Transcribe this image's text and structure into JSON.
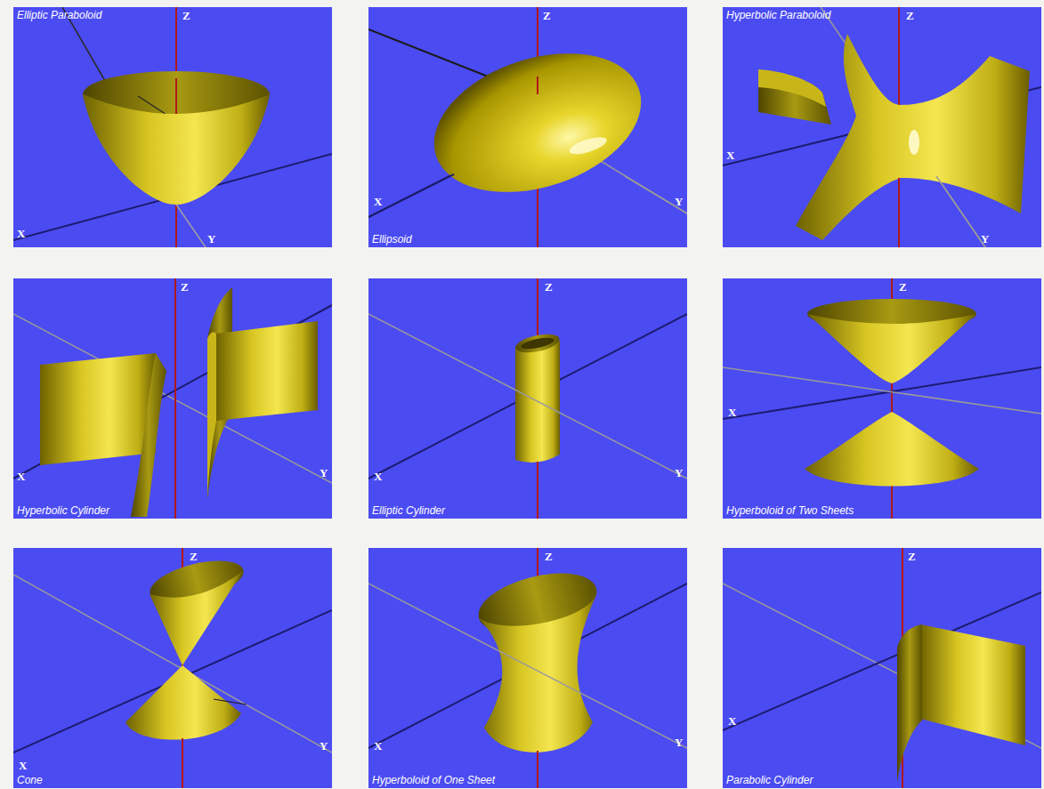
{
  "diagram": {
    "nodes": [
      {
        "text": [
          "Elliptic Paraboloid",
          "Z",
          "X",
          "Y"
        ]
      },
      {
        "text": [
          "Ellipsoid",
          "Z",
          "X",
          "Y"
        ]
      },
      {
        "text": [
          "Hyperbolic Paraboloid",
          "Z",
          "X",
          "Y"
        ]
      },
      {
        "text": [
          "Hyperbolic Cylinder",
          "Z",
          "X",
          "Y"
        ]
      },
      {
        "text": [
          "Elliptic Cylinder",
          "Z",
          "X",
          "Y"
        ]
      },
      {
        "text": [
          "Hyperboloid of Two Sheets",
          "Z",
          "X"
        ]
      },
      {
        "text": [
          "Cone",
          "Z",
          "X",
          "Y"
        ]
      },
      {
        "text": [
          "Hyperboloid of One Sheet",
          "Z",
          "X",
          "Y"
        ]
      },
      {
        "text": [
          "Parabolic Cylinder",
          "Z",
          "X"
        ]
      }
    ]
  }
}
